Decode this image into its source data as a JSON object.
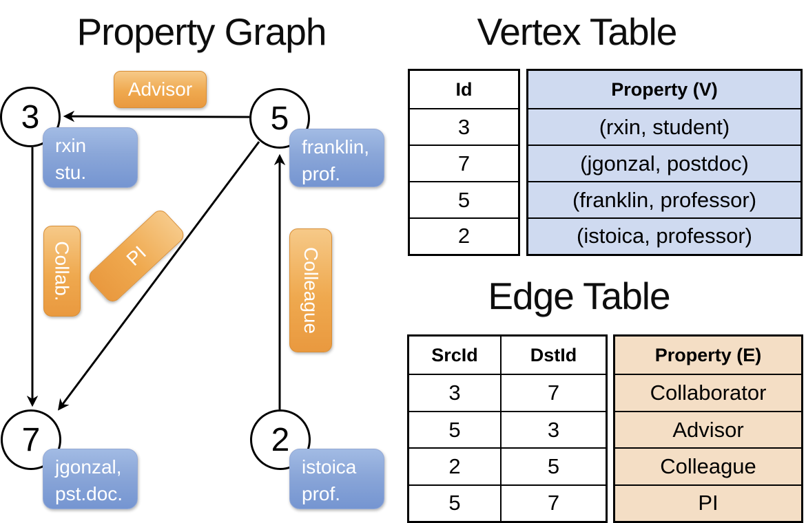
{
  "graph": {
    "title": "Property Graph",
    "nodes": [
      {
        "label": "3",
        "props": [
          "rxin",
          "stu."
        ]
      },
      {
        "label": "5",
        "props": [
          "franklin,",
          "prof."
        ]
      },
      {
        "label": "7",
        "props": [
          "jgonzal,",
          "pst.doc."
        ]
      },
      {
        "label": "2",
        "props": [
          "istoica",
          "prof."
        ]
      }
    ],
    "edge_labels": {
      "advisor": "Advisor",
      "collab": "Collab.",
      "pi": "PI",
      "colleague": "Colleague"
    }
  },
  "vertex_table": {
    "title": "Vertex Table",
    "columns": [
      "Id",
      "Property (V)"
    ],
    "rows": [
      [
        "3",
        "(rxin, student)"
      ],
      [
        "7",
        "(jgonzal, postdoc)"
      ],
      [
        "5",
        "(franklin, professor)"
      ],
      [
        "2",
        "(istoica, professor)"
      ]
    ]
  },
  "edge_table": {
    "title": "Edge Table",
    "columns": [
      "SrcId",
      "DstId",
      "Property (E)"
    ],
    "rows": [
      [
        "3",
        "7",
        "Collaborator"
      ],
      [
        "5",
        "3",
        "Advisor"
      ],
      [
        "2",
        "5",
        "Colleague"
      ],
      [
        "5",
        "7",
        "PI"
      ]
    ]
  },
  "colors": {
    "edge_label_fill": "#efa94f",
    "vertex_prop_fill": "#8aa6d8",
    "vertex_table_cell": "#cfdaf0",
    "edge_table_cell": "#f4dec5",
    "line": "#000000"
  }
}
